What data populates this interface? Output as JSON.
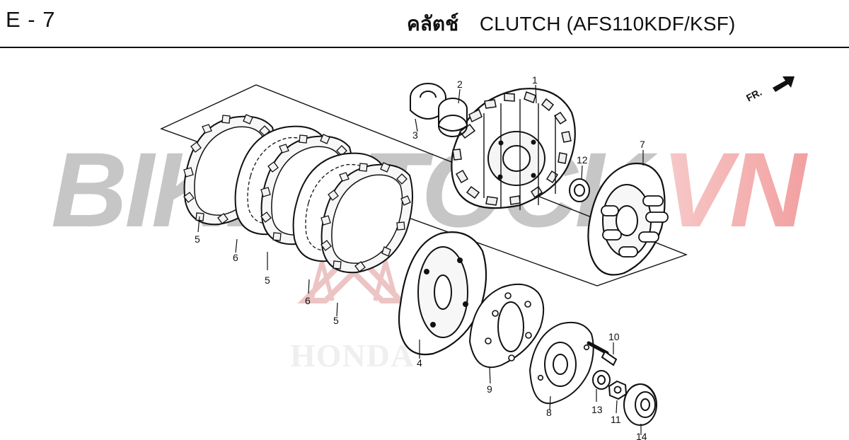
{
  "header": {
    "page_code": "E - 7",
    "title_thai": "คลัตช์",
    "title": "CLUTCH (AFS110KDF/KSF)"
  },
  "direction_marker": {
    "label": "FR."
  },
  "watermark": {
    "site_prefix": "BIKESTOCK",
    "site_suffix": "VN",
    "brand": "HONDA",
    "prefix_color": "#b8b8b8",
    "suffix_color": "#f3a3a3"
  },
  "parts": {
    "part_1": "1",
    "part_2": "2",
    "part_3": "3",
    "part_4": "4",
    "part_5a": "5",
    "part_5b": "5",
    "part_5c": "5",
    "part_6a": "6",
    "part_6b": "6",
    "part_7": "7",
    "part_8": "8",
    "part_9": "9",
    "part_10": "10",
    "part_11": "11",
    "part_12": "12",
    "part_13": "13",
    "part_14": "14"
  }
}
